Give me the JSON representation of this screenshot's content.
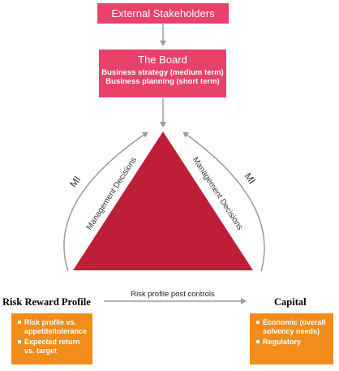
{
  "external": {
    "label": "External Stakeholders"
  },
  "board": {
    "title": "The Board",
    "line1": "Business strategy (medium term)",
    "line2": "Business planning (short term)"
  },
  "triangle": {
    "left_label": "Management Decisions",
    "right_label": "Management Decisions",
    "left_mi": "MI",
    "right_mi": "MI"
  },
  "risk_reward": {
    "title": "Risk Reward Profile",
    "items": [
      "Risk profile vs. appetite/tolerance",
      "Expected return vs. target"
    ]
  },
  "capital": {
    "title": "Capital",
    "items": [
      "Economic (overall solvency needs)",
      "Regulatory"
    ]
  },
  "flow_label": "Risk profile post controls",
  "colors": {
    "pink": "#e8416a",
    "crimson": "#be1e37",
    "orange": "#f28c1b",
    "arrow": "#a39a94"
  }
}
